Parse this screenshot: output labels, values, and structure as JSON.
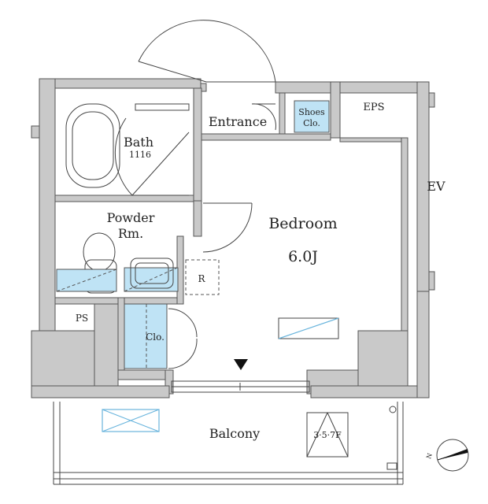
{
  "rooms": {
    "entrance": "Entrance",
    "shoes": [
      "Shoes",
      "Clo."
    ],
    "eps": "EPS",
    "bath": "Bath",
    "bath_size": "1116",
    "powder": [
      "Powder",
      "Rm."
    ],
    "bedroom": "Bedroom",
    "bedroom_size": "6.0J",
    "closet": "Clo.",
    "refrigerator": "R",
    "ps": "PS",
    "balcony": "Balcony",
    "floors": "3·5·7F",
    "ev": "EV"
  },
  "compass": {
    "label": "N"
  }
}
